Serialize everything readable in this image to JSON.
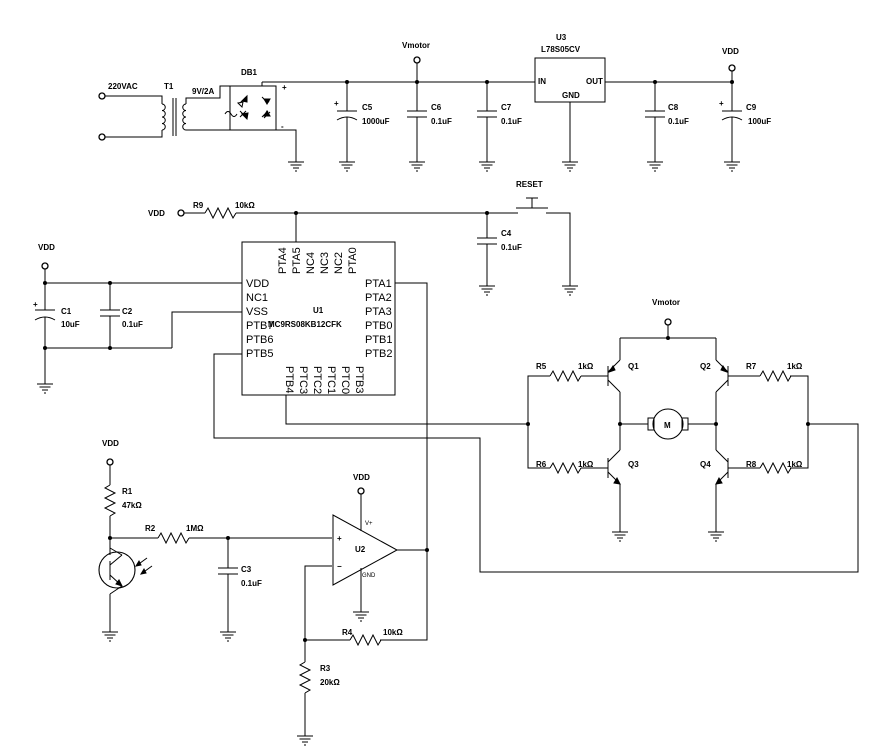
{
  "power": {
    "ac_label": "220VAC",
    "transformer_name": "T1",
    "transformer_rating": "9V/2A",
    "bridge_name": "DB1",
    "bridge_plus": "+",
    "bridge_minus": "-",
    "vmotor_label": "Vmotor",
    "vdd_label": "VDD",
    "regulator": {
      "name": "U3",
      "part": "L78S05CV",
      "in": "IN",
      "out": "OUT",
      "gnd": "GND"
    },
    "caps": [
      {
        "name": "C5",
        "value": "1000uF"
      },
      {
        "name": "C6",
        "value": "0.1uF"
      },
      {
        "name": "C7",
        "value": "0.1uF"
      },
      {
        "name": "C8",
        "value": "0.1uF"
      },
      {
        "name": "C9",
        "value": "100uF"
      }
    ]
  },
  "reset": {
    "vdd_label": "VDD",
    "r9_name": "R9",
    "r9_value": "10kΩ",
    "switch_label": "RESET",
    "c4_name": "C4",
    "c4_value": "0.1uF"
  },
  "mcu": {
    "name": "U1",
    "part": "MC9RS08KB12CFK",
    "left_pins": [
      "VDD",
      "NC1",
      "VSS",
      "PTB7",
      "PTB6",
      "PTB5"
    ],
    "right_pins": [
      "PTA1",
      "PTA2",
      "PTA3",
      "PTB0",
      "PTB1",
      "PTB2"
    ],
    "top_pins": [
      "PTA4",
      "PTA5",
      "NC4",
      "NC3",
      "NC2",
      "PTA0"
    ],
    "bottom_pins": [
      "PTB4",
      "PTC3",
      "PTC2",
      "PTC1",
      "PTC0",
      "PTB3"
    ],
    "vdd_label": "VDD",
    "c1_name": "C1",
    "c1_value": "10uF",
    "c2_name": "C2",
    "c2_value": "0.1uF"
  },
  "hbridge": {
    "vmotor_label": "Vmotor",
    "motor_label": "M",
    "resistors": [
      {
        "name": "R5",
        "value": "1kΩ"
      },
      {
        "name": "R7",
        "value": "1kΩ"
      },
      {
        "name": "R6",
        "value": "1kΩ"
      },
      {
        "name": "R8",
        "value": "1kΩ"
      }
    ],
    "transistors": [
      "Q1",
      "Q2",
      "Q3",
      "Q4"
    ]
  },
  "sensor": {
    "vdd_label": "VDD",
    "r1_name": "R1",
    "r1_value": "47kΩ",
    "r2_name": "R2",
    "r2_value": "1MΩ",
    "c3_name": "C3",
    "c3_value": "0.1uF",
    "opamp_vdd": "VDD",
    "opamp_name": "U2",
    "opamp_plus": "+",
    "opamp_minus": "−",
    "opamp_vplus": "V+",
    "opamp_gnd": "GND",
    "r4_name": "R4",
    "r4_value": "10kΩ",
    "r3_name": "R3",
    "r3_value": "20kΩ"
  }
}
